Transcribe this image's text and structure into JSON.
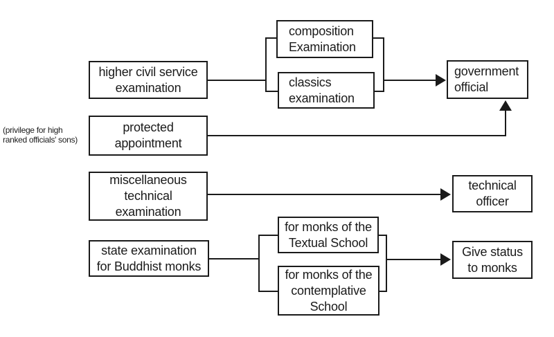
{
  "colors": {
    "background": "#ffffff",
    "line": "#1a1a1a",
    "text": "#1a1a1a"
  },
  "annotation": {
    "privilege_note": "(privilege for high\nranked officials' sons)"
  },
  "boxes": {
    "higher_civil_service_examination": {
      "text": "higher civil service\nexamination"
    },
    "protected_appointment": {
      "text": "protected\nappointment"
    },
    "miscellaneous_technical_examination": {
      "text": "miscellaneous\ntechnical\nexamination"
    },
    "state_examination_for_buddhist_monks": {
      "text": "state examination\nfor Buddhist monks"
    },
    "composition_examination": {
      "text": "composition\nExamination"
    },
    "classics_examination": {
      "text": "classics\nexamination"
    },
    "government_official": {
      "text": "government\nofficial"
    },
    "technical_officer": {
      "text": "technical\nofficer"
    },
    "monks_textual_school": {
      "text": "for monks of the\nTextual School"
    },
    "monks_contemplative_school": {
      "text": "for monks of the\ncontemplative\nSchool"
    },
    "give_status_to_monks": {
      "text": "Give status\nto monks"
    }
  }
}
